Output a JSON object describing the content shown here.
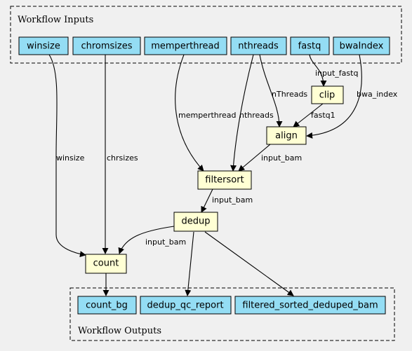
{
  "clusters": {
    "inputs_label": "Workflow Inputs",
    "outputs_label": "Workflow Outputs"
  },
  "inputs": {
    "winsize": "winsize",
    "chromsizes": "chromsizes",
    "memperthread": "memperthread",
    "nthreads": "nthreads",
    "fastq": "fastq",
    "bwaIndex": "bwaIndex"
  },
  "steps": {
    "clip": "clip",
    "align": "align",
    "filtersort": "filtersort",
    "dedup": "dedup",
    "count": "count"
  },
  "outputs": {
    "count_bg": "count_bg",
    "dedup_qc_report": "dedup_qc_report",
    "filtered_sorted_deduped_bam": "filtered_sorted_deduped_bam"
  },
  "edges": {
    "fastq_clip": "input_fastq",
    "nthreads_align": "nThreads",
    "bwaIndex_align": "bwa_index",
    "clip_align": "fastq1",
    "memperthread_filtersort": "memperthread",
    "nthreads_filtersort": "nthreads",
    "align_filtersort": "input_bam",
    "winsize_count": "winsize",
    "chromsizes_count": "chrsizes",
    "filtersort_dedup": "input_bam",
    "dedup_count": "input_bam"
  },
  "colors": {
    "background": "#f0f0f0",
    "io_node_fill": "#94ddf4",
    "step_node_fill": "#ffffd4"
  }
}
